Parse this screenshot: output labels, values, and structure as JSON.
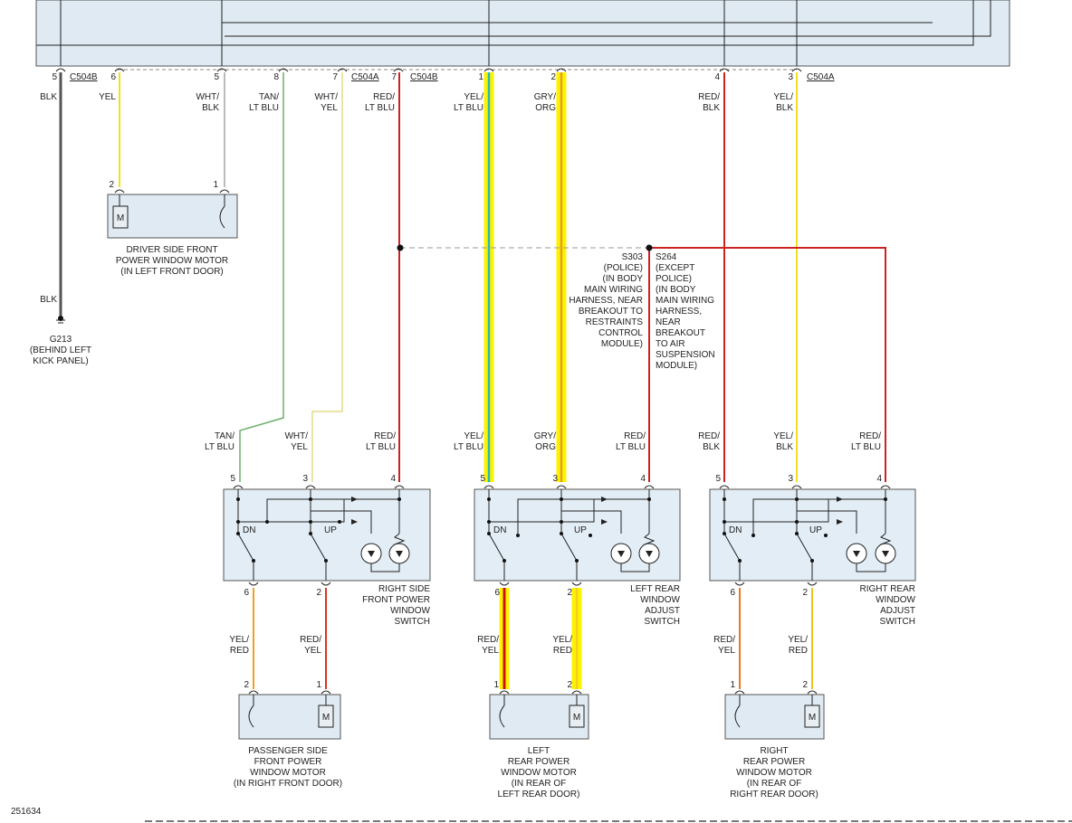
{
  "diagram_id": "251634",
  "colors": {
    "BLK": "#555555",
    "YEL": "#f0e020",
    "WHT": "#c8c8c8",
    "TAN_LTBLU": "#6ab06a",
    "WHT_YEL": "#e8e090",
    "RED": "#cc2222",
    "YEL_LTBLU": "#22bbbb",
    "GRY_ORG": "#f0b030",
    "highlight": "#fff200"
  },
  "connector_pins": [
    {
      "pin": "5",
      "conn": "C504B"
    },
    {
      "pin": "6",
      "conn": ""
    },
    {
      "pin": "5",
      "conn": ""
    },
    {
      "pin": "8",
      "conn": ""
    },
    {
      "pin": "7",
      "conn": "C504A"
    },
    {
      "pin": "7",
      "conn": "C504B"
    },
    {
      "pin": "1",
      "conn": ""
    },
    {
      "pin": "2",
      "conn": ""
    },
    {
      "pin": "4",
      "conn": ""
    },
    {
      "pin": "3",
      "conn": "C504A"
    }
  ],
  "top_wire_labels": [
    [
      "BLK"
    ],
    [
      "YEL"
    ],
    [
      "WHT/",
      "BLK"
    ],
    [
      "TAN/",
      "LT BLU"
    ],
    [
      "WHT/",
      "YEL"
    ],
    [
      "RED/",
      "LT BLU"
    ],
    [
      "YEL/",
      "LT BLU"
    ],
    [
      "GRY/",
      "ORG"
    ],
    [
      "RED/",
      "BLK"
    ],
    [
      "YEL/",
      "BLK"
    ]
  ],
  "ground": {
    "wire": "BLK",
    "lines": [
      "G213",
      "(BEHIND LEFT",
      "KICK PANEL)"
    ]
  },
  "driver_motor": {
    "pin_a": "2",
    "pin_b": "1",
    "symbol": "M",
    "lines": [
      "DRIVER SIDE FRONT",
      "POWER WINDOW MOTOR",
      "(IN LEFT FRONT DOOR)"
    ]
  },
  "splice_s303": {
    "lines": [
      "S303",
      "(POLICE)",
      "(IN BODY",
      "MAIN WIRING",
      "HARNESS, NEAR",
      "BREAKOUT TO",
      "RESTRAINTS",
      "CONTROL",
      "MODULE)"
    ]
  },
  "splice_s264": {
    "lines": [
      "S264",
      "(EXCEPT",
      "POLICE)",
      "(IN BODY",
      "MAIN WIRING",
      "HARNESS,",
      "NEAR",
      "BREAKOUT",
      "TO AIR",
      "SUSPENSION",
      "MODULE)"
    ]
  },
  "mid_wire_labels": [
    [
      "TAN/",
      "LT BLU"
    ],
    [
      "WHT/",
      "YEL"
    ],
    [
      "RED/",
      "LT BLU"
    ],
    [
      "YEL/",
      "LT BLU"
    ],
    [
      "GRY/",
      "ORG"
    ],
    [
      "RED/",
      "LT BLU"
    ],
    [
      "RED/",
      "BLK"
    ],
    [
      "YEL/",
      "BLK"
    ],
    [
      "RED/",
      "LT BLU"
    ]
  ],
  "switches": [
    {
      "pins_top": [
        "5",
        "3",
        "4"
      ],
      "pins_bottom": [
        "6",
        "2"
      ],
      "dn": "DN",
      "up": "UP",
      "lines": [
        "RIGHT SIDE",
        "FRONT POWER",
        "WINDOW",
        "SWITCH"
      ]
    },
    {
      "pins_top": [
        "5",
        "3",
        "4"
      ],
      "pins_bottom": [
        "6",
        "2"
      ],
      "dn": "DN",
      "up": "UP",
      "lines": [
        "LEFT REAR",
        "WINDOW",
        "ADJUST",
        "SWITCH"
      ]
    },
    {
      "pins_top": [
        "5",
        "3",
        "4"
      ],
      "pins_bottom": [
        "6",
        "2"
      ],
      "dn": "DN",
      "up": "UP",
      "lines": [
        "RIGHT REAR",
        "WINDOW",
        "ADJUST",
        "SWITCH"
      ]
    }
  ],
  "low_wire_labels": [
    [
      "YEL/",
      "RED"
    ],
    [
      "RED/",
      "YEL"
    ],
    [
      "RED/",
      "YEL"
    ],
    [
      "YEL/",
      "RED"
    ],
    [
      "RED/",
      "YEL"
    ],
    [
      "YEL/",
      "RED"
    ]
  ],
  "motors": [
    {
      "pin_a": "2",
      "pin_b": "1",
      "symbol": "M",
      "lines": [
        "PASSENGER SIDE",
        "FRONT POWER",
        "WINDOW MOTOR",
        "(IN RIGHT FRONT DOOR)"
      ]
    },
    {
      "pin_a": "1",
      "pin_b": "2",
      "symbol": "M",
      "lines": [
        "LEFT",
        "REAR POWER",
        "WINDOW MOTOR",
        "(IN REAR OF",
        "LEFT REAR DOOR)"
      ]
    },
    {
      "pin_a": "1",
      "pin_b": "2",
      "symbol": "M",
      "lines": [
        "RIGHT",
        "REAR POWER",
        "WINDOW MOTOR",
        "(IN REAR OF",
        "RIGHT REAR DOOR)"
      ]
    }
  ]
}
